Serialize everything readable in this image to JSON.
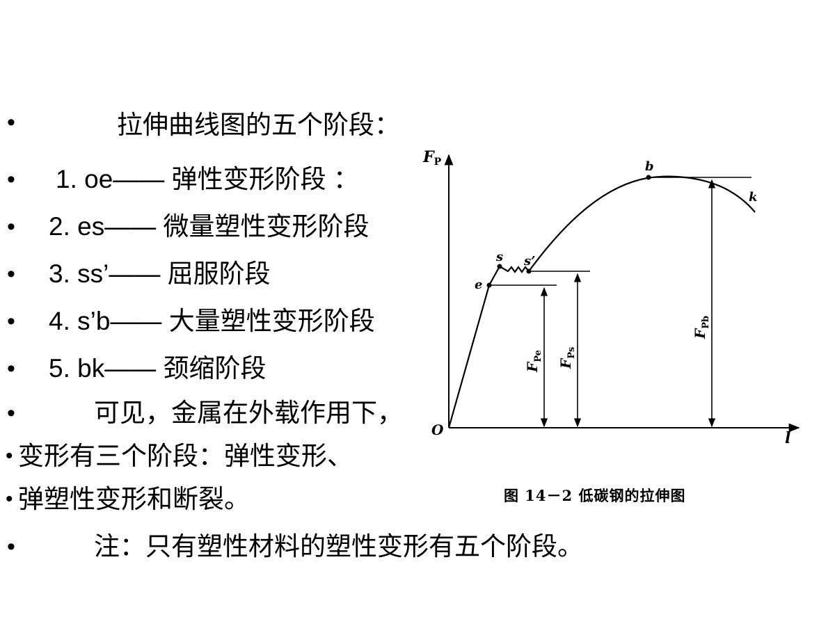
{
  "bullets": [
    {
      "marker": "•",
      "text": "拉伸曲线图的五个阶段："
    },
    {
      "marker": "•",
      "text": "1. oe—— 弹性变形阶段 ："
    },
    {
      "marker": "•",
      "text": "2. es—— 微量塑性变形阶段"
    },
    {
      "marker": "•",
      "text": "3. ss’—— 屈服阶段"
    },
    {
      "marker": "•",
      "text": "4. s’b—— 大量塑性变形阶段"
    },
    {
      "marker": "•",
      "text": "5. bk—— 颈缩阶段"
    },
    {
      "marker": "•",
      "text": "可见，金属在外载作用下，"
    },
    {
      "marker": "•",
      "text": "变形有三个阶段：弹性变形、"
    },
    {
      "marker": "•",
      "text": "弹塑性变形和断裂。"
    },
    {
      "marker": "•",
      "text": "注：只有塑性材料的塑性变形有五个阶段。"
    }
  ],
  "figure": {
    "caption": "图 14－2 低碳钢的拉伸图",
    "y_axis_label": "F",
    "y_axis_sub": "P",
    "x_axis_label": "l",
    "origin_label": "O",
    "points": {
      "e": "e",
      "s": "s",
      "s_prime": "s’",
      "b": "b",
      "k": "k"
    },
    "forces": [
      {
        "letter": "F",
        "sub": "Pe"
      },
      {
        "letter": "F",
        "sub": "Ps"
      },
      {
        "letter": "F",
        "sub": "Pb"
      }
    ]
  }
}
